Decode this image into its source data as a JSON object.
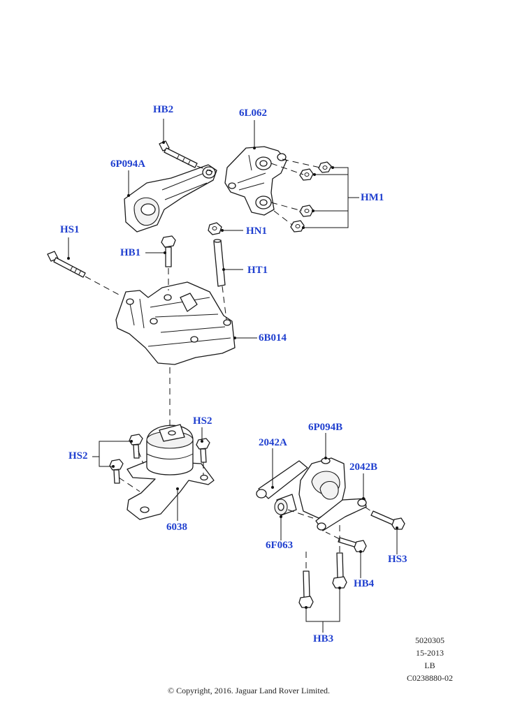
{
  "colors": {
    "callout": "#1f3fcf",
    "line": "#1a1a1a",
    "background": "#ffffff"
  },
  "callouts": {
    "hb2": "HB2",
    "l6l062": "6L062",
    "p6p094a": "6P094A",
    "hm1": "HM1",
    "hs1": "HS1",
    "hn1": "HN1",
    "hb1": "HB1",
    "ht1": "HT1",
    "b6b014": "6B014",
    "hs2_right": "HS2",
    "hs2_left": "HS2",
    "p6038": "6038",
    "p6p094b": "6P094B",
    "p2042a": "2042A",
    "p2042b": "2042B",
    "f6f063": "6F063",
    "hs3": "HS3",
    "hb4": "HB4",
    "hb3": "HB3"
  },
  "footer": {
    "code1": "5020305",
    "code2": "15-2013",
    "code3": "LB",
    "code4": "C0238880-02",
    "copyright": "© Copyright, 2016. Jaguar Land Rover Limited."
  }
}
